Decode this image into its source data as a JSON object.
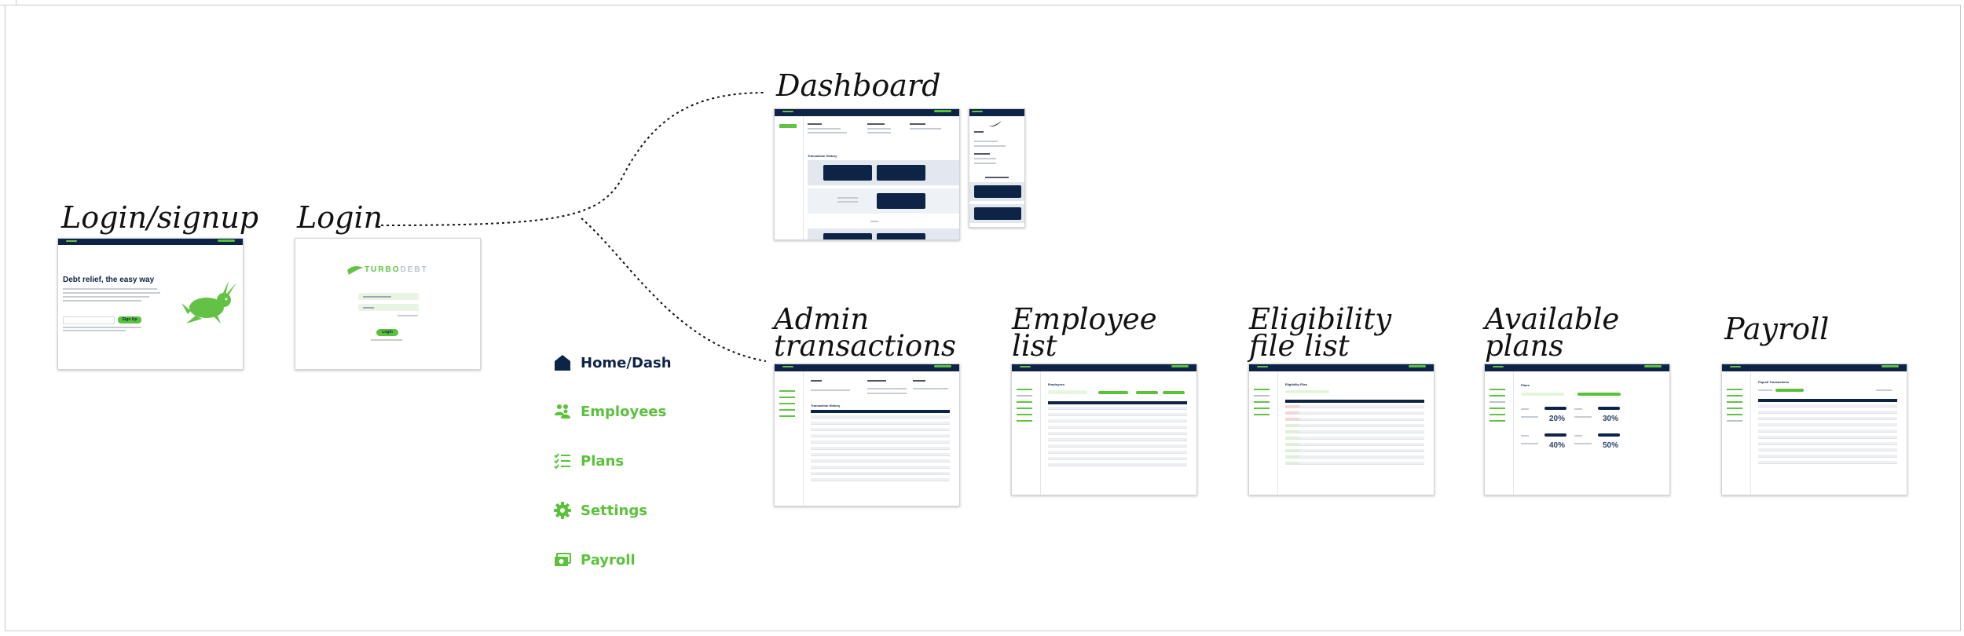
{
  "board": {
    "titles": {
      "login_signup": "Login/signup",
      "login": "Login",
      "dashboard": "Dashboard",
      "admin_transactions": "Admin\ntransactions",
      "employee_list": "Employee\nlist",
      "eligibility_file_list": "Eligibility\nfile list",
      "available_plans": "Available\nplans",
      "payroll": "Payroll"
    }
  },
  "login_signup_screen": {
    "headline": "Debt relief, the easy way",
    "cta_label": "Sign Up"
  },
  "login_screen": {
    "brand_first": "TURBO",
    "brand_second": "DEBT",
    "button_label": "Login"
  },
  "dashboard_screen": {
    "section": "Transaction History"
  },
  "admin_screen": {
    "section": "Transaction History"
  },
  "employee_screen": {
    "title": "Employees"
  },
  "eligibility_screen": {
    "title": "Eligibility Files"
  },
  "plans_screen": {
    "title": "Plans",
    "percentages": [
      "20%",
      "30%",
      "40%",
      "50%"
    ]
  },
  "payroll_screen": {
    "title": "Payroll Transactions"
  },
  "nav_legend": [
    {
      "label": "Home/Dash",
      "icon": "home-icon"
    },
    {
      "label": "Employees",
      "icon": "employees-icon"
    },
    {
      "label": "Plans",
      "icon": "plans-checklist-icon"
    },
    {
      "label": "Settings",
      "icon": "gear-icon"
    },
    {
      "label": "Payroll",
      "icon": "payroll-cash-icon"
    }
  ],
  "colors": {
    "navy": "#0d2447",
    "green": "#5ac23a",
    "rabbit": "#63c245"
  }
}
